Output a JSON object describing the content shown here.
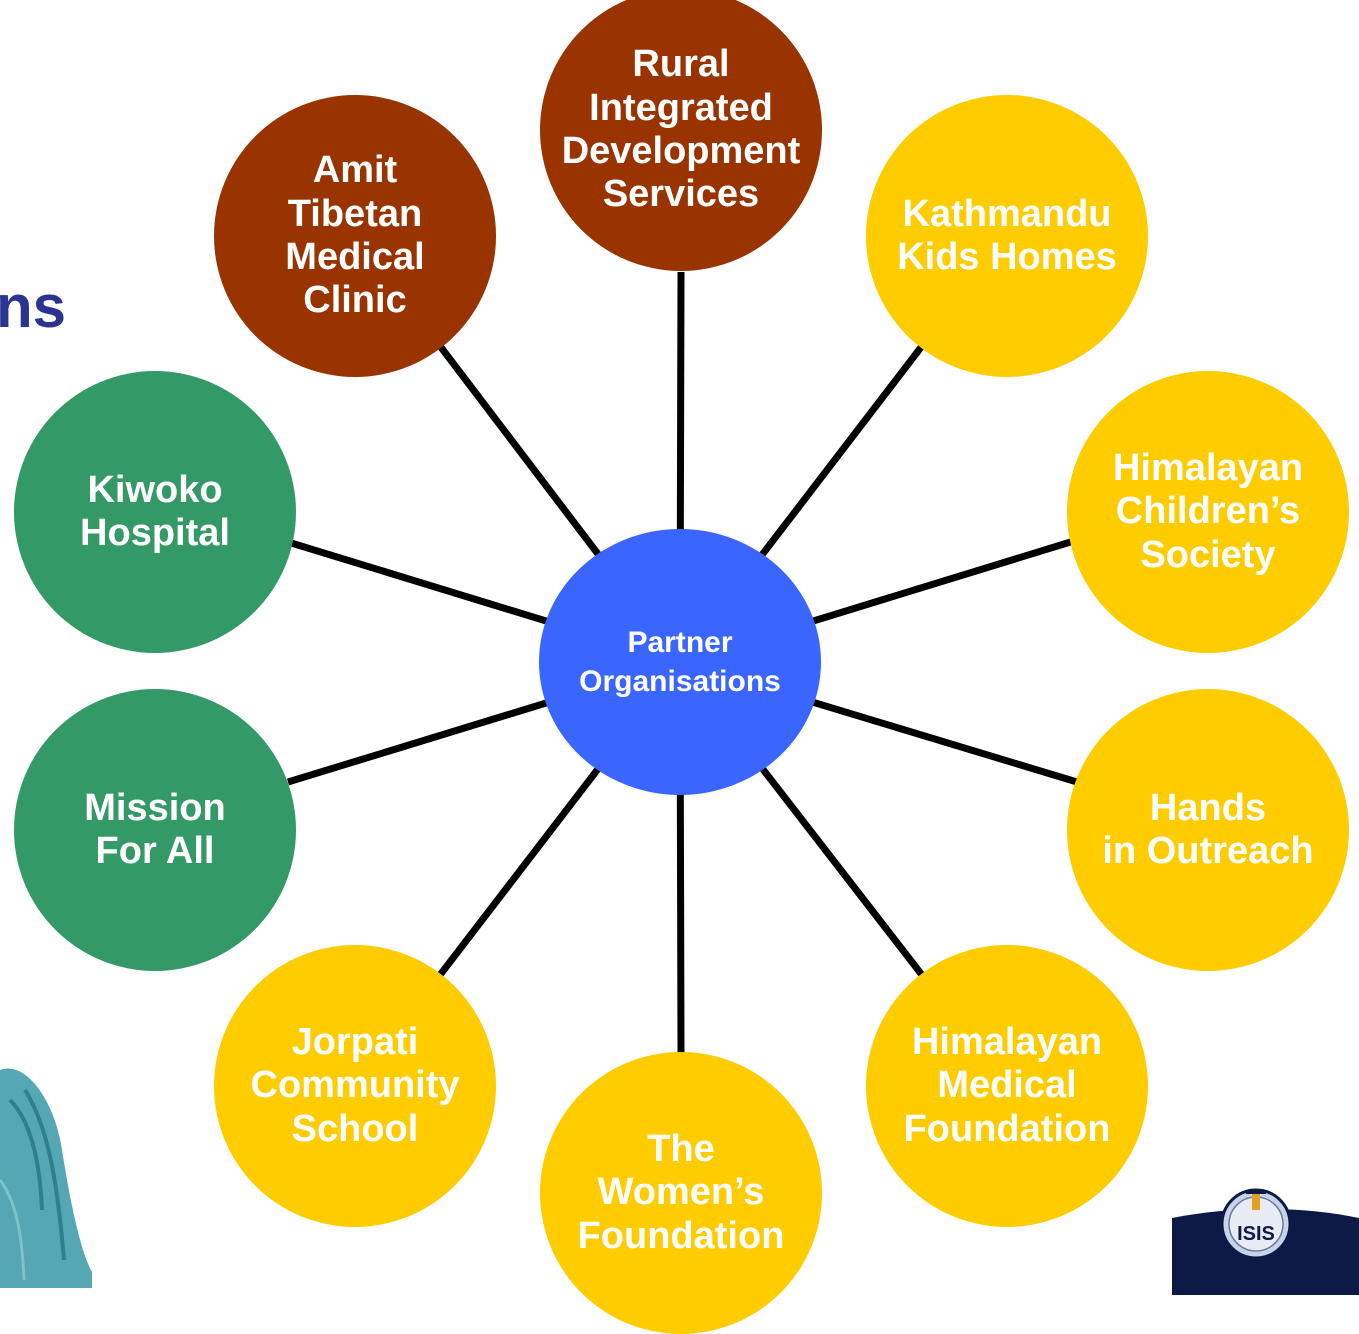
{
  "heading": "ns",
  "hub": {
    "label": "Partner\nOrganisations",
    "color": "#3a66ff"
  },
  "colors": {
    "maroon": "#993300",
    "gold": "#ffcc00",
    "green": "#339966",
    "spoke": "#000000"
  },
  "nodes": [
    {
      "id": "rural-integrated-development-services",
      "label": "Rural\nIntegrated\nDevelopment\nServices",
      "color": "maroon"
    },
    {
      "id": "kathmandu-kids-homes",
      "label": "Kathmandu\nKids Homes",
      "color": "gold"
    },
    {
      "id": "himalayan-childrens-society",
      "label": "Himalayan\nChildren’s\nSociety",
      "color": "gold"
    },
    {
      "id": "hands-in-outreach",
      "label": "Hands\nin Outreach",
      "color": "gold"
    },
    {
      "id": "himalayan-medical-foundation",
      "label": "Himalayan\nMedical\nFoundation",
      "color": "gold"
    },
    {
      "id": "the-womens-foundation",
      "label": "The\nWomen’s\nFoundation",
      "color": "gold"
    },
    {
      "id": "jorpati-community-school",
      "label": "Jorpati\nCommunity\nSchool",
      "color": "gold"
    },
    {
      "id": "mission-for-all",
      "label": "Mission\nFor All",
      "color": "green"
    },
    {
      "id": "kiwoko-hospital",
      "label": "Kiwoko\nHospital",
      "color": "green"
    },
    {
      "id": "amit-tibetan-medical-clinic",
      "label": "Amit\nTibetan\nMedical\nClinic",
      "color": "maroon"
    }
  ],
  "logo": {
    "text": "ISIS",
    "icon": "isis-foundation-logo"
  }
}
